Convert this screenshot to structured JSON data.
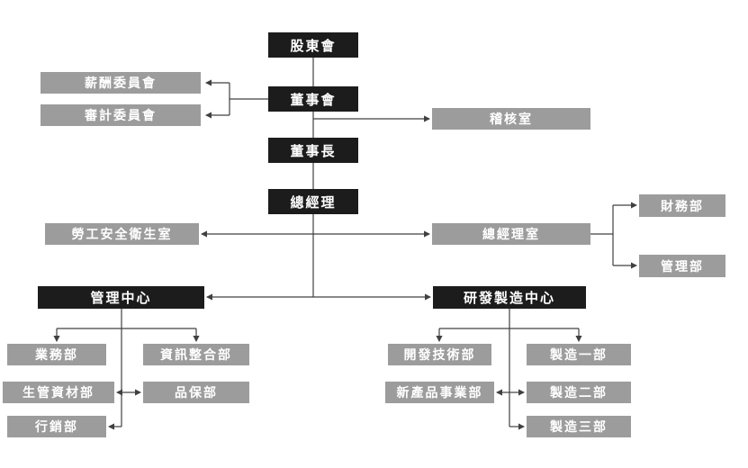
{
  "nodes": {
    "shareholders": {
      "label": "股東會"
    },
    "board": {
      "label": "董事會"
    },
    "compensation": {
      "label": "薪酬委員會"
    },
    "audit_committee": {
      "label": "審計委員會"
    },
    "audit_office": {
      "label": "稽核室"
    },
    "chairman": {
      "label": "董事長"
    },
    "president": {
      "label": "總經理"
    },
    "labor_safety_office": {
      "label": "勞工安全衛生室"
    },
    "president_office": {
      "label": "總經理室"
    },
    "finance_dept": {
      "label": "財務部"
    },
    "management_dept": {
      "label": "管理部"
    },
    "management_center": {
      "label": "管理中心"
    },
    "rd_mfg_center": {
      "label": "研發製造中心"
    },
    "sales_dept": {
      "label": "業務部"
    },
    "info_integration": {
      "label": "資訊整合部"
    },
    "prod_materials": {
      "label": "生管資材部"
    },
    "qa_dept": {
      "label": "品保部"
    },
    "marketing_dept": {
      "label": "行銷部"
    },
    "dev_tech_dept": {
      "label": "開發技術部"
    },
    "new_product_dept": {
      "label": "新產品事業部"
    },
    "mfg_dept_1": {
      "label": "製造一部"
    },
    "mfg_dept_2": {
      "label": "製造二部"
    },
    "mfg_dept_3": {
      "label": "製造三部"
    }
  },
  "edges": [
    {
      "from": "shareholders",
      "to": "board"
    },
    {
      "from": "board",
      "to": "compensation"
    },
    {
      "from": "board",
      "to": "audit_committee"
    },
    {
      "from": "board",
      "to": "audit_office"
    },
    {
      "from": "board",
      "to": "chairman"
    },
    {
      "from": "chairman",
      "to": "president"
    },
    {
      "from": "president",
      "to": "labor_safety_office"
    },
    {
      "from": "president",
      "to": "president_office"
    },
    {
      "from": "president_office",
      "to": "finance_dept"
    },
    {
      "from": "president_office",
      "to": "management_dept"
    },
    {
      "from": "president",
      "to": "management_center"
    },
    {
      "from": "president",
      "to": "rd_mfg_center"
    },
    {
      "from": "management_center",
      "to": "sales_dept"
    },
    {
      "from": "management_center",
      "to": "info_integration"
    },
    {
      "from": "management_center",
      "to": "prod_materials"
    },
    {
      "from": "management_center",
      "to": "qa_dept"
    },
    {
      "from": "management_center",
      "to": "marketing_dept"
    },
    {
      "from": "rd_mfg_center",
      "to": "dev_tech_dept"
    },
    {
      "from": "rd_mfg_center",
      "to": "mfg_dept_1"
    },
    {
      "from": "rd_mfg_center",
      "to": "new_product_dept"
    },
    {
      "from": "rd_mfg_center",
      "to": "mfg_dept_2"
    },
    {
      "from": "rd_mfg_center",
      "to": "mfg_dept_3"
    }
  ],
  "colors": {
    "primary_box": "#1c1c1c",
    "secondary_box": "#9c9c9c",
    "box_text": "#ffffff",
    "connector": "#404040",
    "background": "#ffffff"
  }
}
